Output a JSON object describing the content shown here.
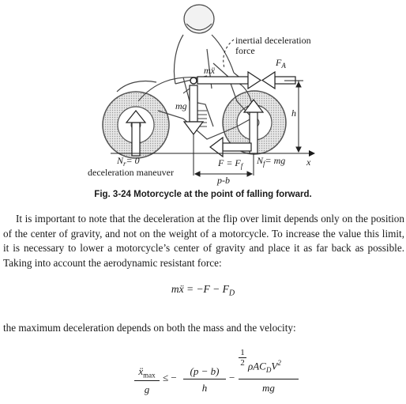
{
  "figure": {
    "labels": {
      "inertial_line1": "inertial deceleration",
      "inertial_line2": "force",
      "fa": "F",
      "fa_sub": "A",
      "mxdd": "mẍ",
      "mg": "mg",
      "h": "h",
      "nr": "N",
      "nr_sub": "r",
      "nr_val": "= 0",
      "maneuver": "deceleration maneuver",
      "f_eq": "F = F",
      "f_sub": "f",
      "nf": "N",
      "nf_sub": "f",
      "nf_val": "= mg",
      "x": "x",
      "pb": "p-b"
    }
  },
  "caption": "Fig. 3-24 Motorcycle at the point of falling forward.",
  "paragraph": "It is important to note that the deceleration at the flip over limit depends only on the position of the center of gravity, and not on the weight of a motorcycle. To increase the value this limit, it is necessary to lower a motorcycle’s center of gravity and place it as far back as possible. Taking into account the aerodynamic resistant force:",
  "equation1": "mẍ = −F − F",
  "equation1_sub": "D",
  "sentence2": "the maximum deceleration depends on both the mass and the velocity:",
  "equation2": {
    "lhs_num": "ẍ",
    "lhs_num_sub": "max",
    "lhs_den": "g",
    "rel": "≤ −",
    "mid_num": "(p − b)",
    "mid_den": "h",
    "minus": "−",
    "rhs_coef_num": "1",
    "rhs_coef_den": "2",
    "rhs_num": "ρAC",
    "rhs_num_sub": "D",
    "rhs_num_v": "V",
    "rhs_num_sup": "2",
    "rhs_den": "mg"
  }
}
